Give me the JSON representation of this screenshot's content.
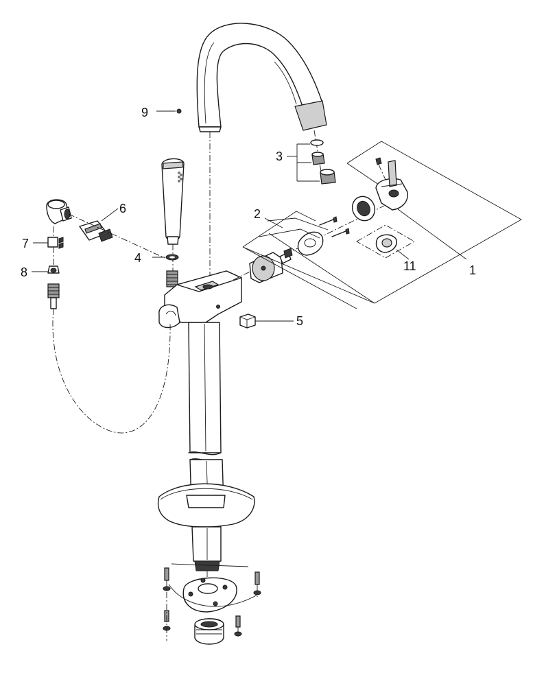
{
  "callouts": [
    {
      "id": "1",
      "label": "1"
    },
    {
      "id": "2",
      "label": "2"
    },
    {
      "id": "3",
      "label": "3"
    },
    {
      "id": "4",
      "label": "4"
    },
    {
      "id": "5",
      "label": "5"
    },
    {
      "id": "6",
      "label": "6"
    },
    {
      "id": "7",
      "label": "7"
    },
    {
      "id": "8",
      "label": "8"
    },
    {
      "id": "9",
      "label": "9"
    },
    {
      "id": "11",
      "label": "11"
    }
  ]
}
